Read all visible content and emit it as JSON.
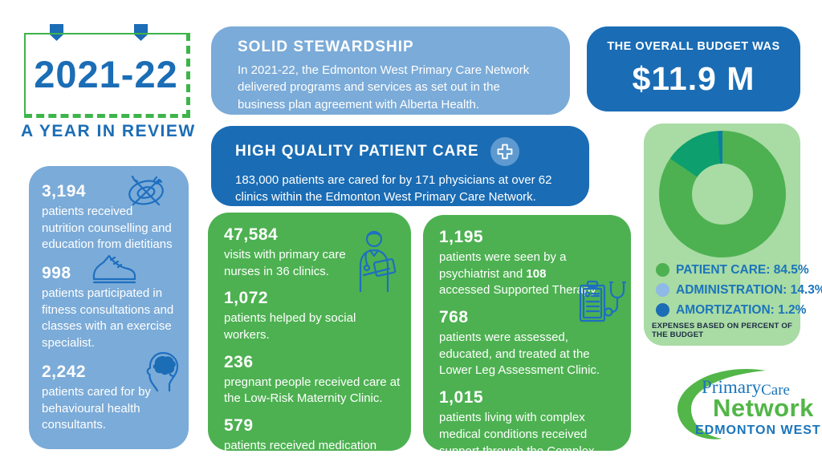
{
  "header": {
    "year": "2021-22",
    "subtitle": "A YEAR IN REVIEW"
  },
  "stewardship": {
    "title": "SOLID STEWARDSHIP",
    "body": "In 2021-22, the Edmonton West Primary Care Network delivered programs and services as set out in the business plan agreement with Alberta Health."
  },
  "budget": {
    "label": "THE OVERALL BUDGET WAS",
    "amount": "$11.9 M"
  },
  "patient_care": {
    "title": "HIGH QUALITY PATIENT CARE",
    "icon": "medical-plus-icon",
    "body": "183,000 patients are cared for by 171 physicians at over 62 clinics within the Edmonton West Primary Care Network."
  },
  "left_panel": {
    "stats": [
      {
        "value": "3,194",
        "text": "patients received nutrition counselling and education from dietitians",
        "icon": "nutrition-plate-icon"
      },
      {
        "value": "998",
        "text": "patients participated in fitness consultations and classes with an exercise specialist.",
        "icon": "running-shoe-icon"
      },
      {
        "value": "2,242",
        "text": "patients cared for by behavioural health consultants.",
        "icon": "behavioural-head-icon"
      }
    ]
  },
  "middle_panel": {
    "stats": [
      {
        "value": "47,584",
        "text": "visits with primary care nurses in 36 clinics.",
        "icon": "nurse-icon"
      },
      {
        "value": "1,072",
        "text": "patients helped by social workers."
      },
      {
        "value": "236",
        "text": "pregnant people received care at the Low-Risk Maternity Clinic."
      },
      {
        "value": "579",
        "text": "patients received medication support from pharmacy staff."
      }
    ]
  },
  "right_panel": {
    "stats": [
      {
        "value": "1,195",
        "text_pre": "patients were seen by a psychiatrist and ",
        "text_bold": "108",
        "text_post": " accessed Supported Therapy."
      },
      {
        "value": "768",
        "text": "patients were assessed, educated, and treated at the Lower Leg Assessment Clinic.",
        "icon": "clipboard-stethoscope-icon"
      },
      {
        "value": "1,015",
        "text": "patients living with complex medical conditions received support through the Complex Care Transition Program."
      }
    ]
  },
  "chart_data": {
    "type": "pie",
    "subtype": "donut",
    "categories": [
      "PATIENT CARE",
      "ADMINISTRATION",
      "AMORTIZATION"
    ],
    "values": [
      84.5,
      14.3,
      1.2
    ],
    "unit": "%",
    "slice_colors": [
      "#4DB151",
      "#0D9F6D",
      "#0C7FA0"
    ],
    "start_angle_deg": 0,
    "direction": "clockwise",
    "legend_position": "below",
    "legend": [
      {
        "label": "PATIENT CARE: 84.5%",
        "dot_color": "#4DB151"
      },
      {
        "label": "ADMINISTRATION: 14.3%",
        "dot_color": "#8FB9E6"
      },
      {
        "label": "AMORTIZATION: 1.2%",
        "dot_color": "#1B6DB5"
      }
    ],
    "footnote": "EXPENSES BASED ON PERCENT OF THE BUDGET"
  },
  "logo": {
    "name_part1": "Primary",
    "name_part2": "Care",
    "name_part3": "Network",
    "region": "EDMONTON WEST"
  },
  "colors": {
    "light_blue": "#7BABD8",
    "dark_blue": "#1A6CB4",
    "green": "#4DB151",
    "light_green_panel": "#A9DBA4",
    "heading_blue": "#1B6DB5",
    "logo_green": "#52B648",
    "border_green": "#3DB54A"
  }
}
